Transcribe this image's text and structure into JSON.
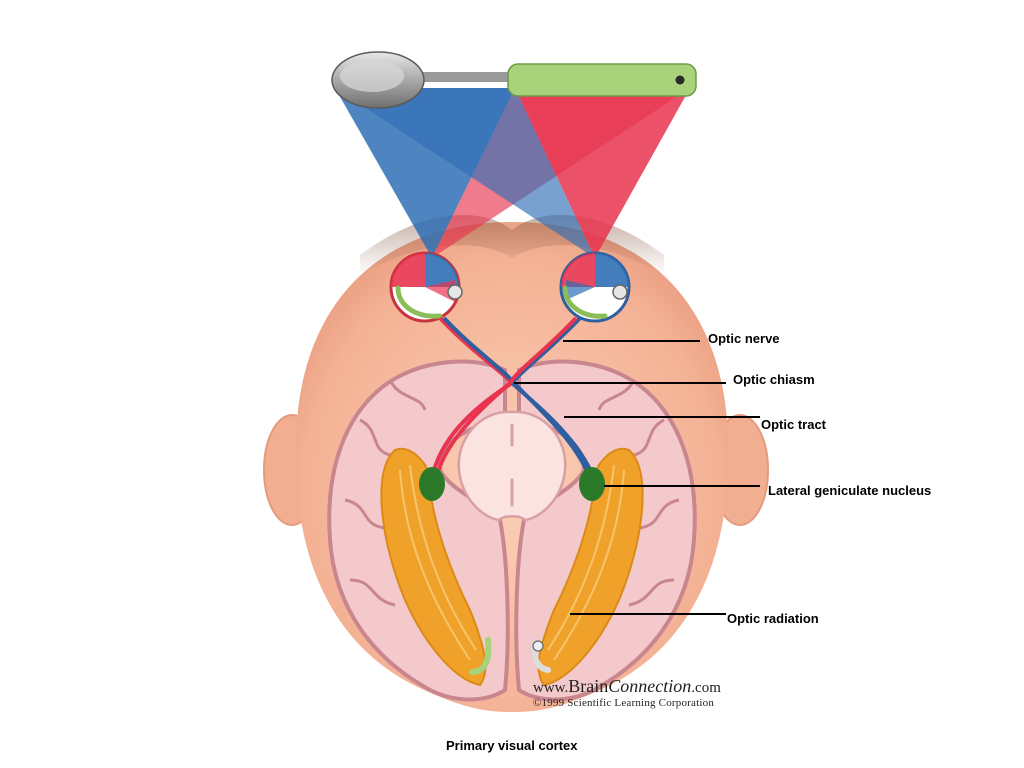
{
  "labels": {
    "optic_nerve": "Optic nerve",
    "optic_chiasm": "Optic chiasm",
    "optic_tract": "Optic tract",
    "lgn": "Lateral geniculate nucleus",
    "optic_radiation": "Optic radiation",
    "primary_visual_cortex": "Primary visual cortex"
  },
  "credit": {
    "www": "www.",
    "brand_a": "Brain",
    "brand_b": "Connection",
    "tld": ".com",
    "copyright": "©1999 Scientific Learning Corporation"
  },
  "colors": {
    "left_field": "#2f6fb5",
    "right_field": "#e8344f",
    "skin": "#f6b79a",
    "cortex": "#f3c9cb",
    "cortex_outline": "#c9868f",
    "radiation": "#f0a12a",
    "lgn": "#2a7a2a",
    "spoon_handle": "#a9d37a"
  }
}
